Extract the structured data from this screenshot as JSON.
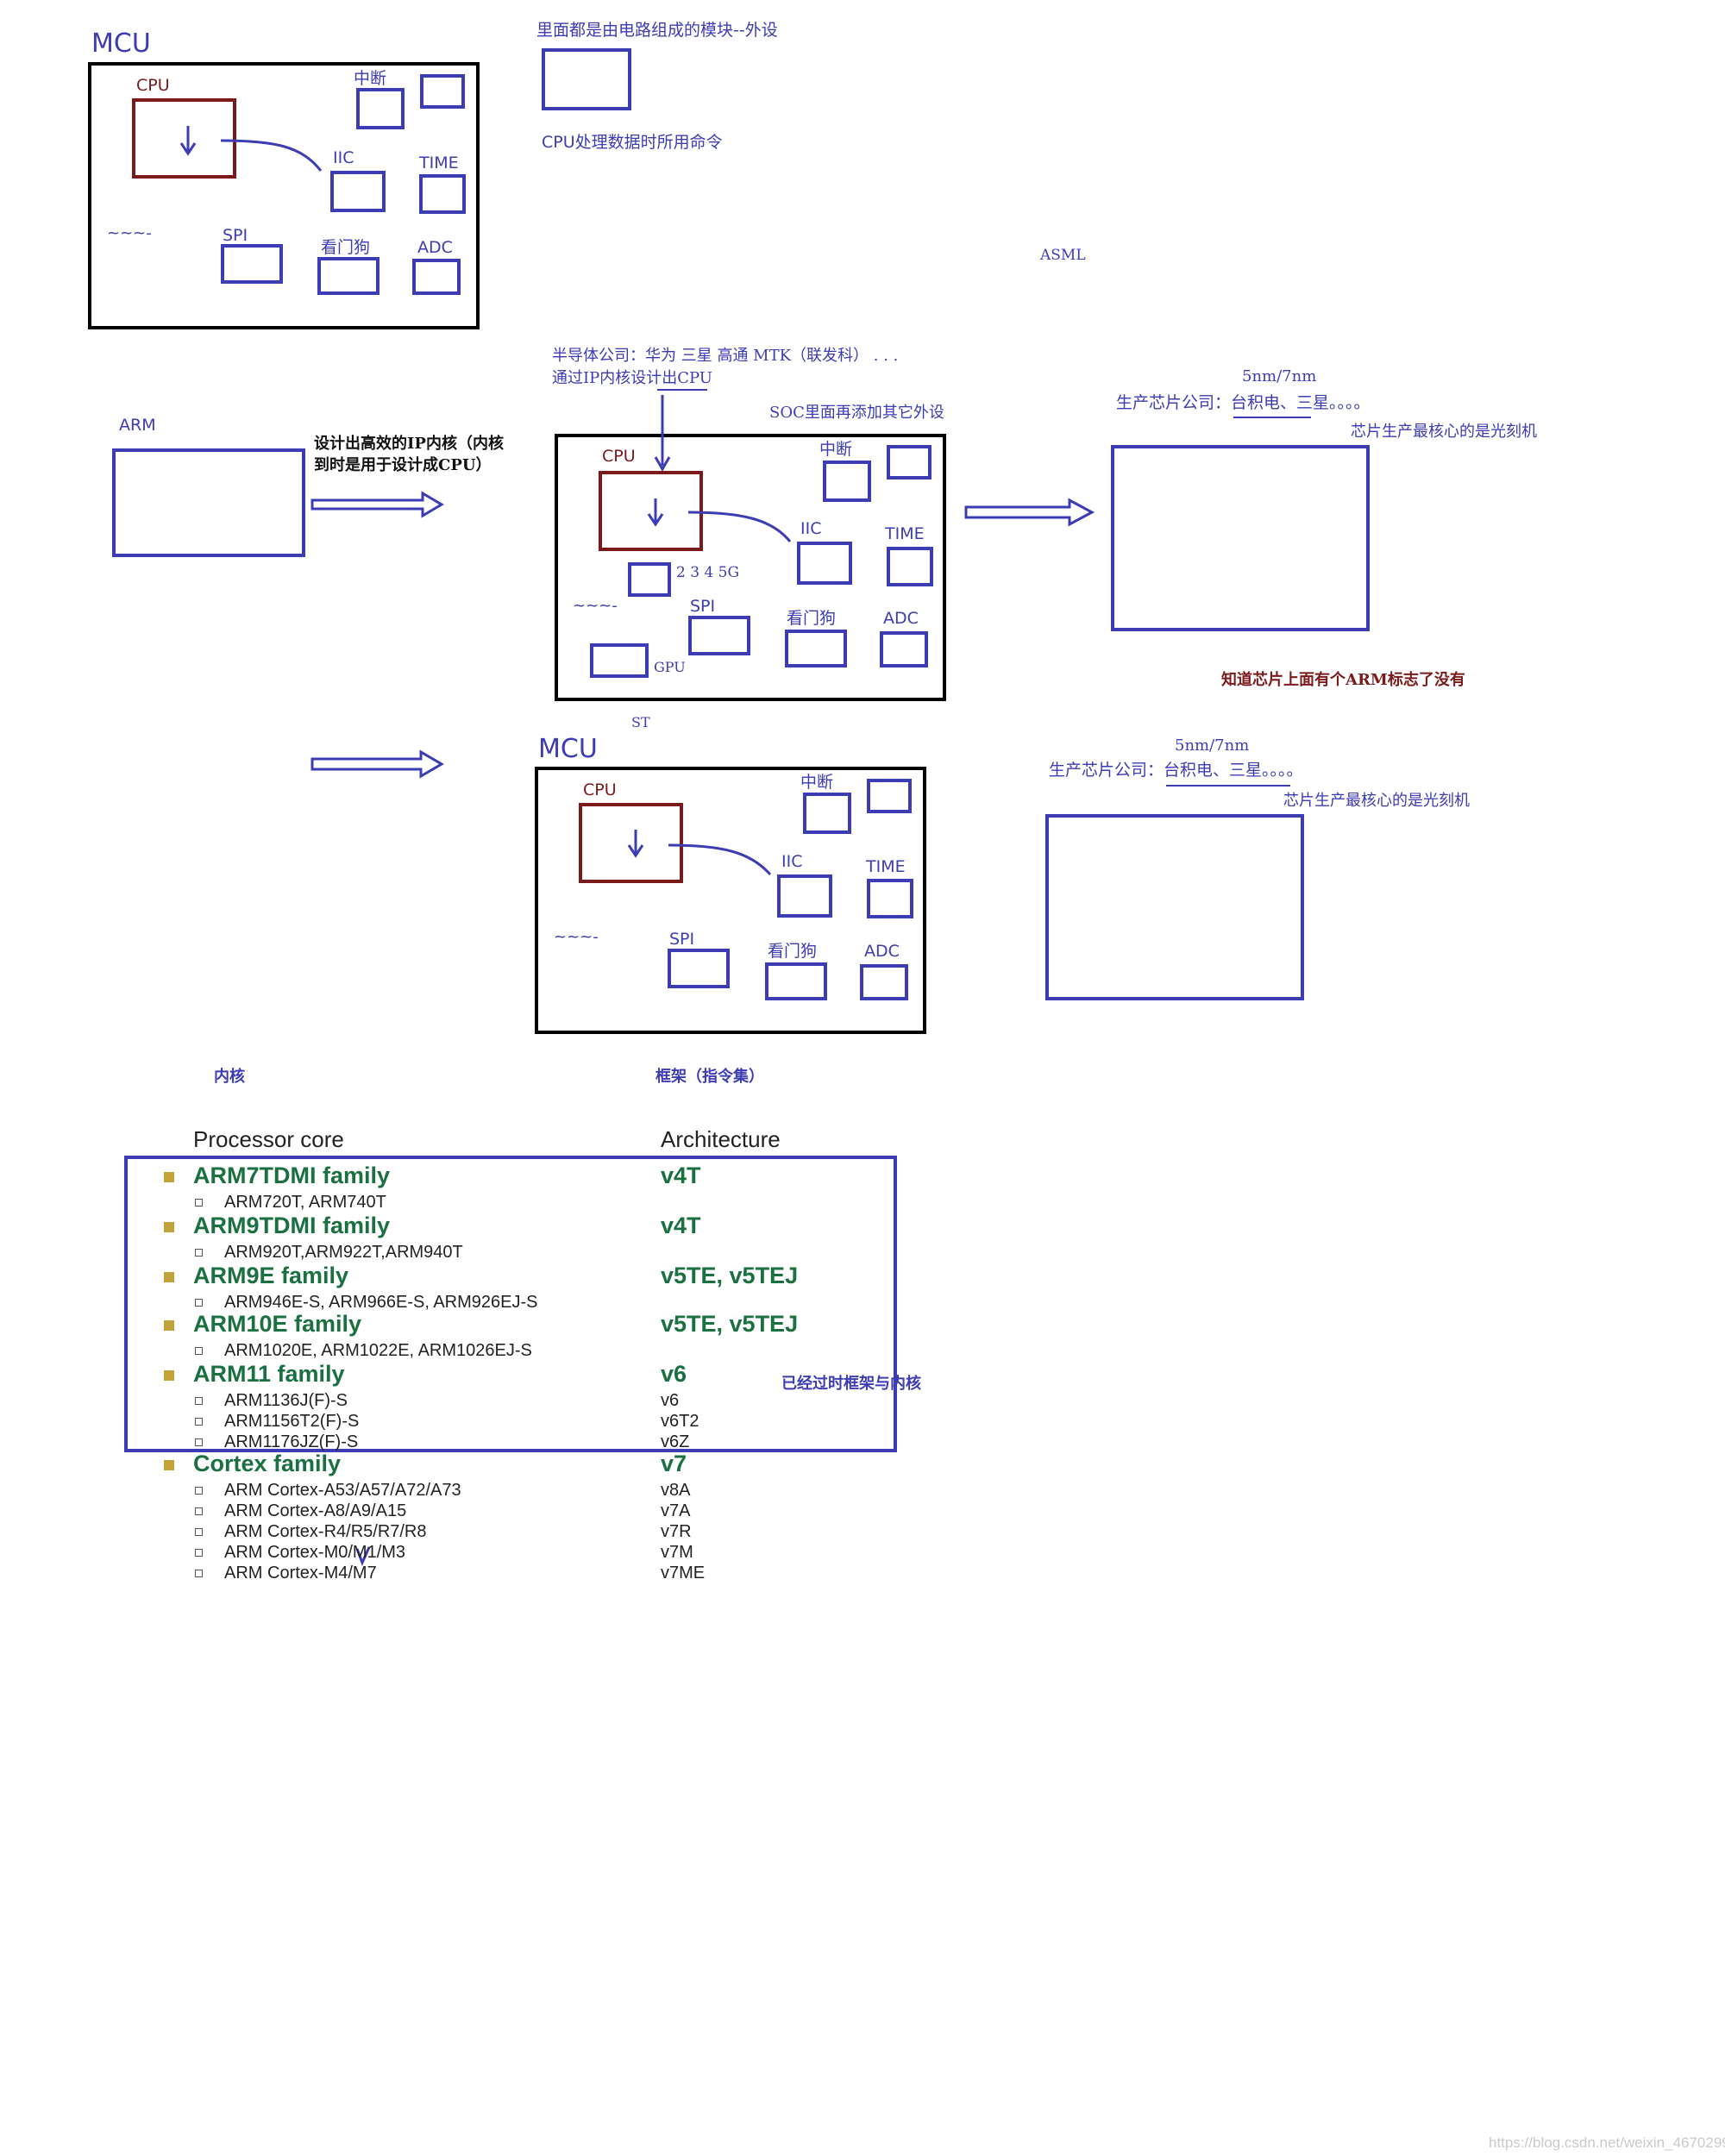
{
  "diagram1": {
    "title": "MCU",
    "cpu": "CPU",
    "interrupt": "中断",
    "iic": "IIC",
    "time": "TIME",
    "spi": "SPI",
    "watchdog": "看门狗",
    "adc": "ADC",
    "ellipsis": "~~~-"
  },
  "peripheral_note": {
    "label": "里面都是由电路组成的模块--外设",
    "cpu_note": "CPU处理数据时所用命令"
  },
  "asml": "ASML",
  "arm_section": {
    "arm_label": "ARM",
    "ip_design_line1": "设计出高效的IP内核（内核",
    "ip_design_line2": "到时是用于设计成CPU）",
    "semi_line1": "半导体公司：华为  三星  高通  MTK（联发科）  . . .",
    "semi_line2": "通过IP内核设计出CPU",
    "soc_note": "SOC里面再添加其它外设"
  },
  "soc_diagram": {
    "cpu": "CPU",
    "interrupt": "中断",
    "iic": "IIC",
    "time": "TIME",
    "spi": "SPI",
    "watchdog": "看门狗",
    "adc": "ADC",
    "gpu": "GPU",
    "modem": "2  3  4  5G",
    "ellipsis": "~~~-"
  },
  "chip_makers_1": {
    "nm": "5nm/7nm",
    "makers": "生产芯片公司：台积电、三星。。。。",
    "core_tech": "芯片生产最核心的是光刻机"
  },
  "arm_logo_question": "知道芯片上面有个ARM标志了没有",
  "st_label": "ST",
  "diagram3": {
    "title": "MCU",
    "cpu": "CPU",
    "interrupt": "中断",
    "iic": "IIC",
    "time": "TIME",
    "spi": "SPI",
    "watchdog": "看门狗",
    "adc": "ADC",
    "ellipsis": "~~~-"
  },
  "chip_makers_2": {
    "nm": "5nm/7nm",
    "makers": "生产芯片公司：台积电、三星。。。。",
    "core_tech": "芯片生产最核心的是光刻机"
  },
  "core_label": "内核",
  "architecture_label": "框架（指令集）",
  "table": {
    "header_core": "Processor core",
    "header_arch": "Architecture",
    "families": [
      {
        "name": "ARM7TDMI family",
        "arch": "v4T",
        "items": [
          {
            "name": "ARM720T, ARM740T",
            "arch": ""
          }
        ]
      },
      {
        "name": "ARM9TDMI family",
        "arch": "v4T",
        "items": [
          {
            "name": "ARM920T,ARM922T,ARM940T",
            "arch": ""
          }
        ]
      },
      {
        "name": "ARM9E family",
        "arch": "v5TE, v5TEJ",
        "items": [
          {
            "name": "ARM946E-S, ARM966E-S, ARM926EJ-S",
            "arch": ""
          }
        ]
      },
      {
        "name": "ARM10E family",
        "arch": "v5TE, v5TEJ",
        "items": [
          {
            "name": "ARM1020E, ARM1022E, ARM1026EJ-S",
            "arch": ""
          }
        ]
      },
      {
        "name": "ARM11 family",
        "arch": "v6",
        "items": [
          {
            "name": "ARM1136J(F)-S",
            "arch": "v6"
          },
          {
            "name": "ARM1156T2(F)-S",
            "arch": "v6T2"
          },
          {
            "name": "ARM1176JZ(F)-S",
            "arch": "v6Z"
          }
        ]
      },
      {
        "name": "Cortex family",
        "arch": "v7",
        "items": [
          {
            "name": "ARM Cortex-A53/A57/A72/A73",
            "arch": "v8A"
          },
          {
            "name": "ARM Cortex-A8/A9/A15",
            "arch": "v7A"
          },
          {
            "name": "ARM Cortex-R4/R5/R7/R8",
            "arch": "v7R"
          },
          {
            "name": "ARM Cortex-M0/M1/M3",
            "arch": "v7M"
          },
          {
            "name": "ARM Cortex-M4/M7",
            "arch": "v7ME"
          }
        ]
      }
    ],
    "outdated_note": "已经过时框架与内核"
  },
  "watermark": "https://blog.csdn.net/weixin_4670299",
  "colors": {
    "blue": "#3c3cb4",
    "red": "#7a1a1a",
    "green": "#1a7040",
    "bullet": "#c4a23a"
  }
}
